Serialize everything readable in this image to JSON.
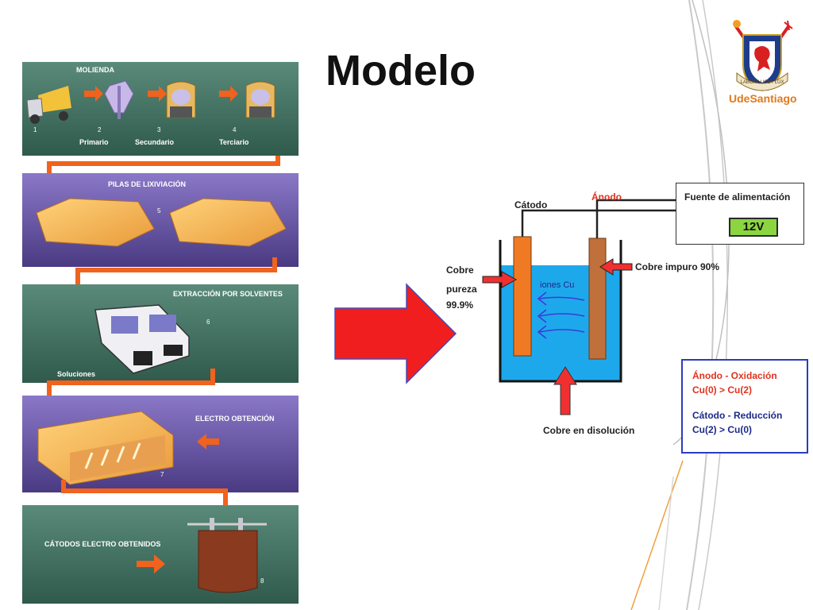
{
  "slide": {
    "title": "Modelo"
  },
  "process": {
    "stages": [
      {
        "title": "MOLIENDA",
        "labels": [
          "Primario",
          "Secundario",
          "Terciario"
        ],
        "numbers": [
          "1",
          "2",
          "3",
          "4"
        ]
      },
      {
        "title": "PILAS DE LIXIVIACIÓN",
        "number": "5"
      },
      {
        "title": "EXTRACCIÓN POR SOLVENTES",
        "number": "6",
        "sublabel": "Soluciones"
      },
      {
        "title": "ELECTRO OBTENCIÓN",
        "number": "7"
      },
      {
        "title": "CÁTODOS ELECTRO OBTENIDOS",
        "number": "8"
      }
    ]
  },
  "cell": {
    "cathode_label": "Cátodo",
    "anode_label": "Ánodo",
    "left_label": [
      "Cobre",
      "pureza",
      "99.9%"
    ],
    "right_label": "Cobre impuro 90%",
    "ions_label": "iones Cu",
    "bottom_label": "Cobre en disolución",
    "power_supply": {
      "label": "Fuente de alimentación",
      "voltage": "12V"
    }
  },
  "legend": {
    "anode_title": "Ánodo - Oxidación",
    "anode_reaction": "Cu(0) > Cu(2)",
    "cathode_title": "Cátodo - Reducción",
    "cathode_reaction": "Cu(2) > Cu(0)"
  },
  "logo": {
    "prefix": "Ude",
    "name": "Santiago",
    "motto": "LABOR LUCET LUX"
  },
  "colors": {
    "stage_green": "#3f7162",
    "stage_purple": "#5e4a98",
    "flow_orange": "#f0621e",
    "electrolyte": "#1ea8ec",
    "cathode": "#f07a24",
    "anode": "#c0703a",
    "big_arrow": "#f01e1e"
  }
}
